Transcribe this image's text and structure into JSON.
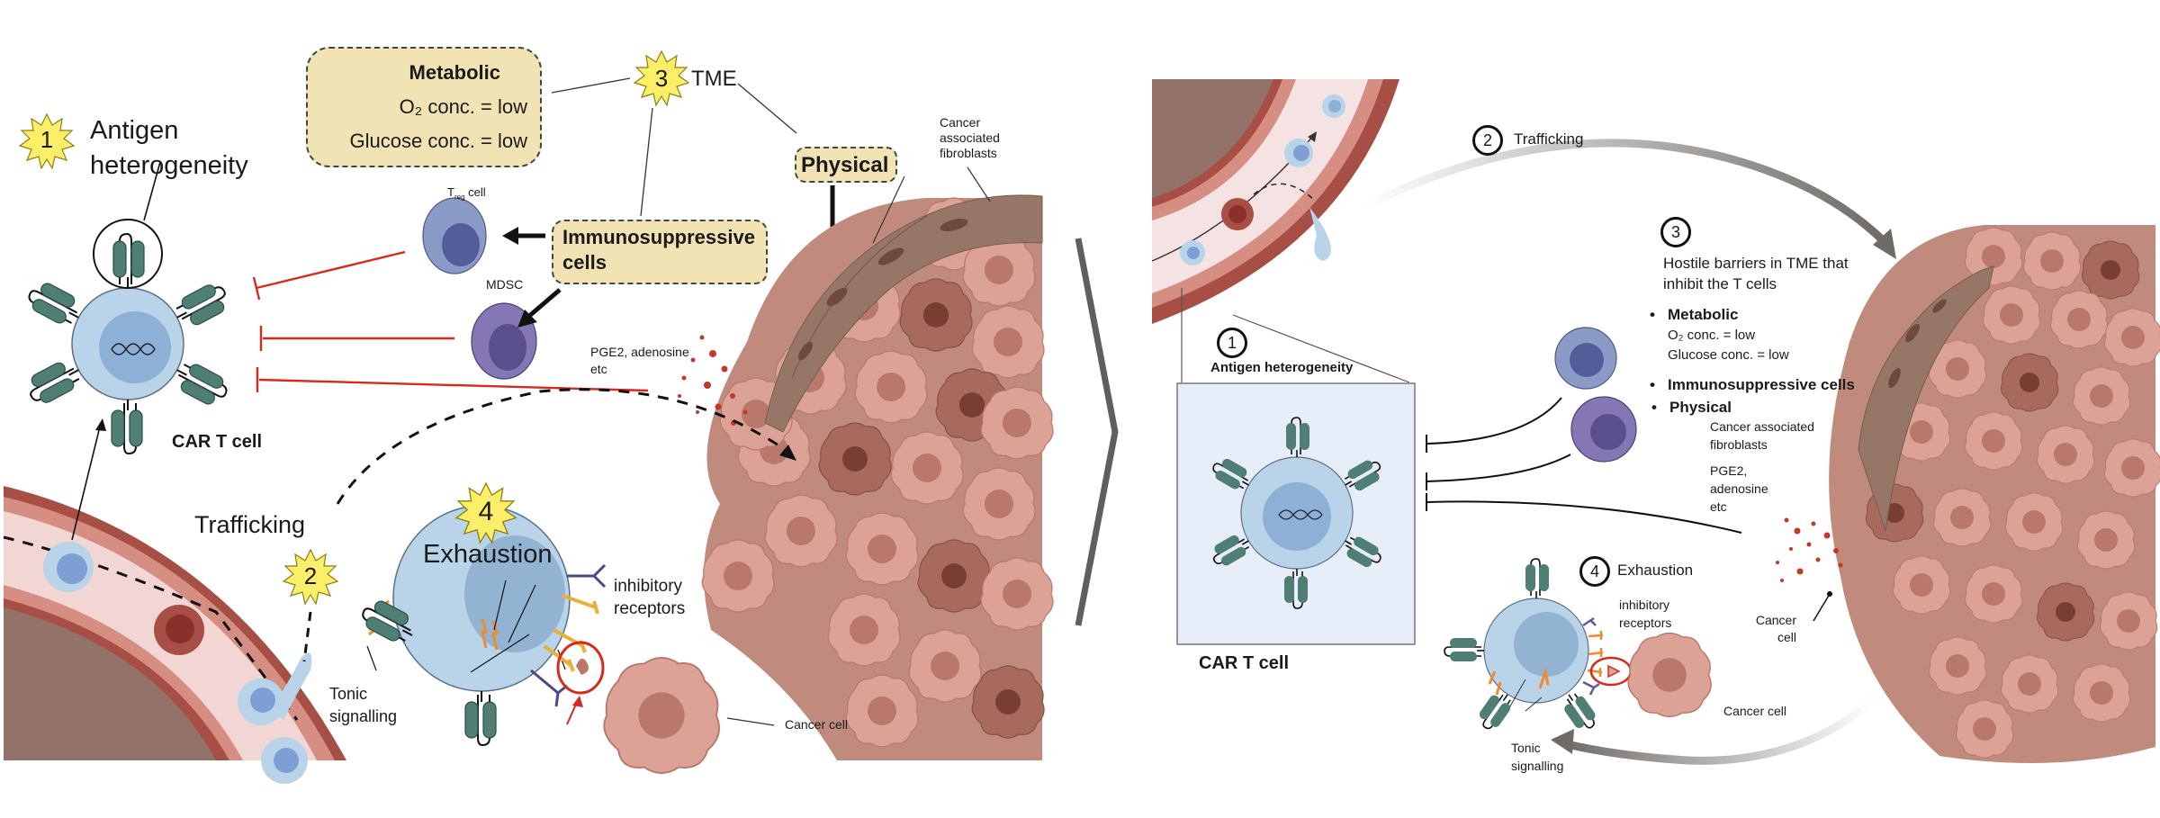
{
  "left_panel": {
    "barrier_1": {
      "number": "1",
      "title_line1": "Antigen",
      "title_line2": "heterogeneity"
    },
    "barrier_2": {
      "number": "2",
      "title": "Trafficking"
    },
    "barrier_3": {
      "number": "3",
      "title": "TME"
    },
    "barrier_4": {
      "number": "4",
      "title": "Exhaustion"
    },
    "metabolic_box": {
      "title": "Metabolic",
      "line1": "O₂ conc. = low",
      "line2": "Glucose conc. = low"
    },
    "immunosuppressive_box": {
      "line1": "Immunosuppressive",
      "line2": "cells"
    },
    "physical_box": {
      "title": "Physical"
    },
    "labels": {
      "treg_cell": "T",
      "treg_sub": "reg",
      "treg_suffix": " cell",
      "mdsc": "MDSC",
      "pge2_line1": "PGE2, adenosine",
      "pge2_line2": "etc",
      "caf_line1": "Cancer",
      "caf_line2": "associated",
      "caf_line3": "fibroblasts",
      "car_t_cell": "CAR T cell",
      "inhibitory_line1": "inhibitory",
      "inhibitory_line2": "receptors",
      "tonic_line1": "Tonic",
      "tonic_line2": "signalling",
      "cancer_cell": "Cancer cell"
    }
  },
  "divider": {
    "icon": "chevron-right-icon"
  },
  "right_panel": {
    "step_1": {
      "number": "1",
      "title": "Antigen heterogeneity"
    },
    "step_2": {
      "number": "2",
      "title": "Trafficking"
    },
    "step_3": {
      "number": "3",
      "title_line1": "Hostile barriers in TME that",
      "title_line2": "inhibit the T cells",
      "bullets": [
        {
          "label": "Metabolic",
          "details": [
            "O₂ conc. = low",
            "Glucose conc. = low"
          ]
        },
        {
          "label": "Immunosuppressive cells",
          "details": []
        },
        {
          "label": "Physical",
          "details": [
            "Cancer associated",
            "fibroblasts"
          ]
        }
      ],
      "pge2_line1": "PGE2,",
      "pge2_line2": "adenosine",
      "pge2_line3": "etc"
    },
    "step_4": {
      "number": "4",
      "title": "Exhaustion"
    },
    "labels": {
      "car_t_cell": "CAR T cell",
      "inhibitory_line1": "inhibitory",
      "inhibitory_line2": "receptors",
      "tonic_line1": "Tonic",
      "tonic_line2": "signalling",
      "cancer_cell": "Cancer cell",
      "cancer_cell_tumor_line1": "Cancer",
      "cancer_cell_tumor_line2": "cell"
    }
  },
  "colors": {
    "star_fill": "#fbef6a",
    "box_fill": "#f1e3b4",
    "car_t_body": "#b9d4e8",
    "car_t_nucleus": "#8eb0d6",
    "car_receptor": "#4f7f74",
    "inhibit_red": "#d62a1e",
    "treg": "#8a9bc8",
    "mdsc": "#8477b4",
    "vessel_wall": "#a84f45",
    "vessel_lumen": "#f1d6d4",
    "tumor_cell": "#dda296",
    "tumor_nucleus": "#b9786a",
    "caf": "#957667",
    "arrow_gray": "#6f6a66"
  }
}
